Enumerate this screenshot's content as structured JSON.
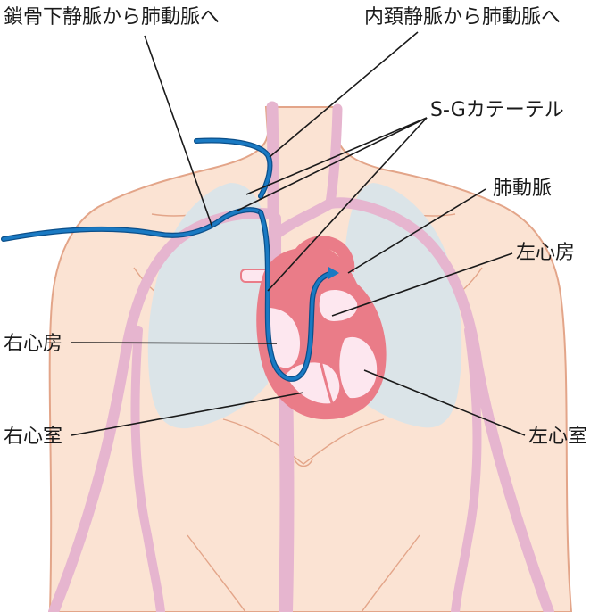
{
  "labels": {
    "subclavian_to_pa": "鎖骨下静脈から肺動脈へ",
    "jugular_to_pa": "内頚静脈から肺動脈へ",
    "sg_catheter": "S-Gカテーテル",
    "pulmonary_artery": "肺動脈",
    "left_atrium": "左心房",
    "right_atrium": "右心房",
    "right_ventricle": "右心室",
    "left_ventricle": "左心室"
  },
  "colors": {
    "skin": "#fbe3d3",
    "skin_outline": "#e3a589",
    "lung": "#dbe4e8",
    "vessel": "#e6b5cf",
    "heart": "#ea7c88",
    "heart_light": "#fde7ef",
    "catheter": "#1a7ac3"
  }
}
